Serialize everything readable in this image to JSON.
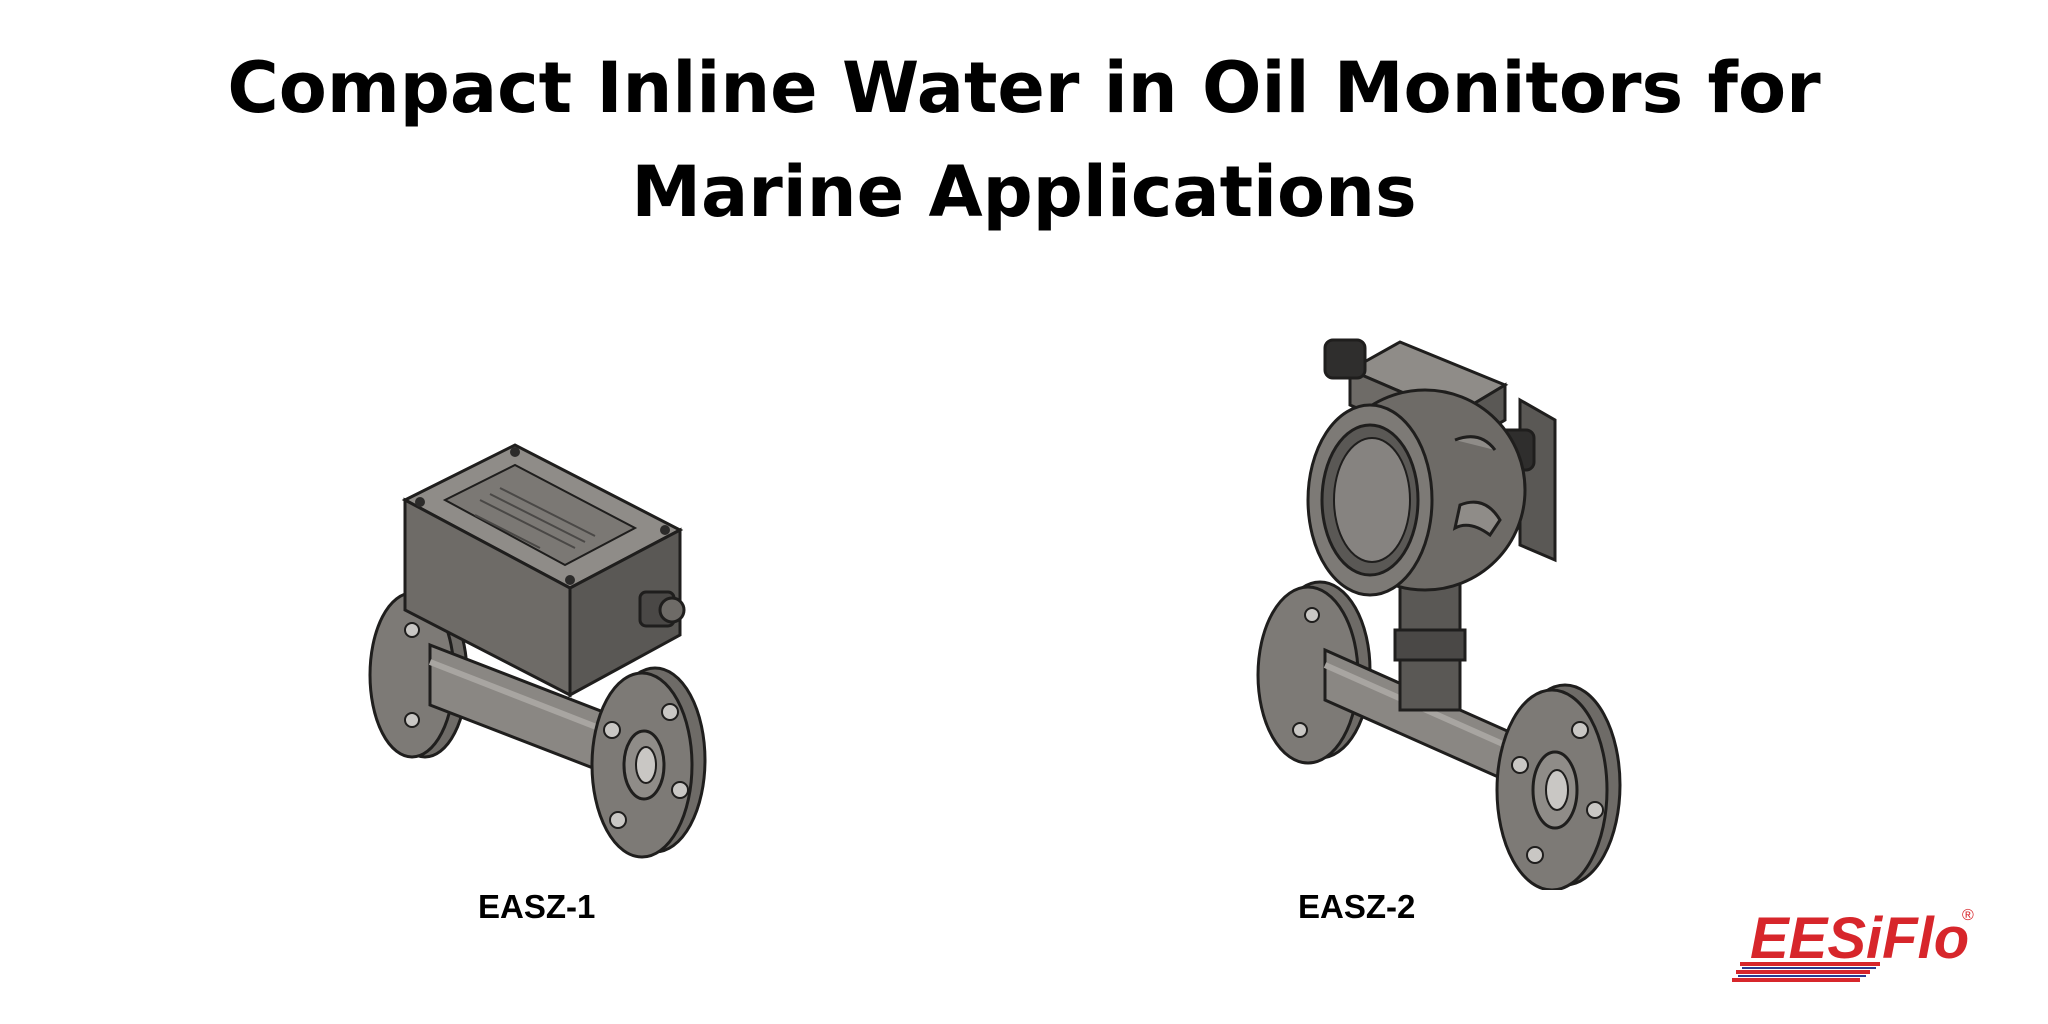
{
  "title": {
    "line1": "Compact Inline Water in Oil Monitors for",
    "line2": "Marine Applications"
  },
  "products": [
    {
      "label": "EASZ-1",
      "image_icon": "easz-1-monitor-render"
    },
    {
      "label": "EASZ-2",
      "image_icon": "easz-2-monitor-render"
    }
  ],
  "logo": {
    "text": "EESiFlo",
    "registered": "®",
    "colors": {
      "primary": "#d7262b",
      "secondary": "#2b3a8f"
    }
  },
  "colors": {
    "body_gray": "#6e6b67",
    "body_dark": "#3d3b39",
    "body_light": "#8f8c88"
  }
}
